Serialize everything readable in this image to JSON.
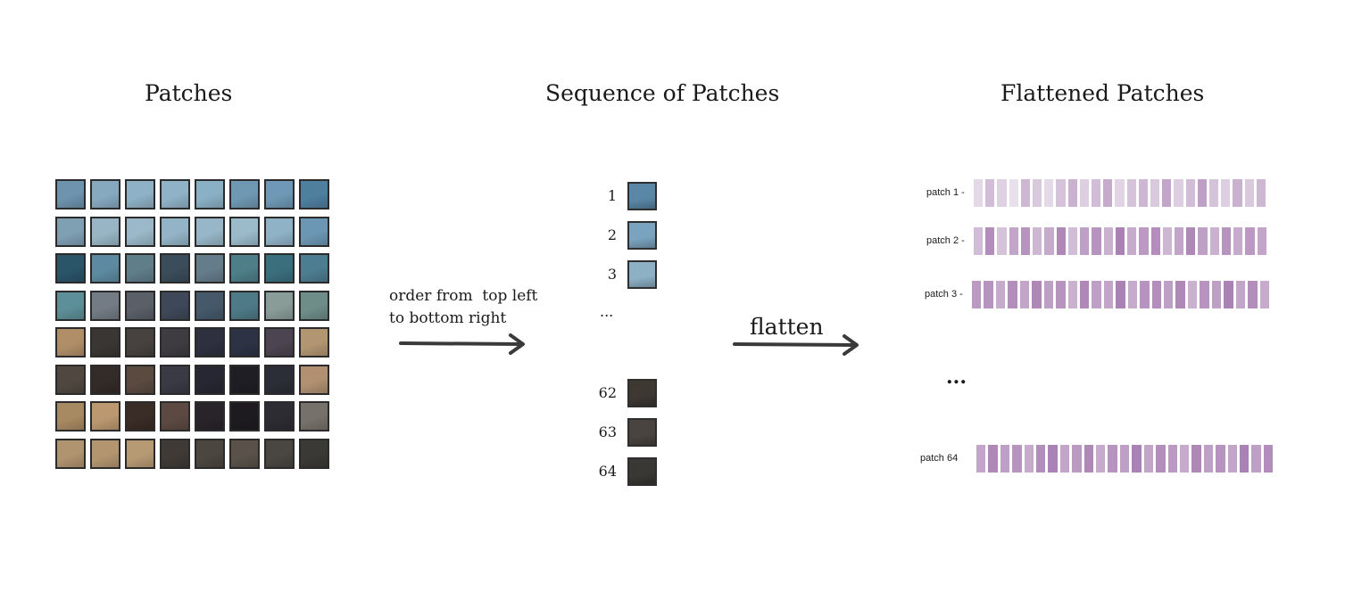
{
  "titles": {
    "patches": "Patches",
    "sequence": "Sequence of Patches",
    "flattened": "Flattened Patches"
  },
  "grid": {
    "rows": 8,
    "cols": 8,
    "patch_colors": [
      [
        "#6d93ad",
        "#86a9c0",
        "#8eb1c5",
        "#8fb2c6",
        "#8ab0c5",
        "#6f98b3",
        "#6e98b5",
        "#4f7f9f"
      ],
      [
        "#7f9fb3",
        "#98b5c5",
        "#9ab8c8",
        "#93b4c6",
        "#97b6c7",
        "#9bbaca",
        "#8fb2c6",
        "#6c97b4"
      ],
      [
        "#2a5468",
        "#5d8aa0",
        "#607d8a",
        "#3b4c5a",
        "#657c8a",
        "#4e7e88",
        "#3b6f7e",
        "#4d7d90"
      ],
      [
        "#5d8f98",
        "#737b84",
        "#5a5f68",
        "#3e4858",
        "#45596b",
        "#4d7a86",
        "#8a9c98",
        "#6e8c88"
      ],
      [
        "#b08f68",
        "#3a3634",
        "#47423f",
        "#3e3c40",
        "#2e3040",
        "#2d3345",
        "#4c4450",
        "#b29571"
      ],
      [
        "#504840",
        "#332b28",
        "#5a4a40",
        "#3a3a45",
        "#272733",
        "#1e1e24",
        "#2b2e36",
        "#b09070"
      ],
      [
        "#a88a62",
        "#bb9870",
        "#3a2c26",
        "#5c4a42",
        "#28242a",
        "#1e1b20",
        "#2e2c33",
        "#77716b"
      ],
      [
        "#b09470",
        "#b39670",
        "#b69a74",
        "#3f3a36",
        "#4c4640",
        "#5a524a",
        "#4a4642",
        "#3b3936"
      ]
    ]
  },
  "note": {
    "line1": "order from  top left",
    "line2": "to bottom right"
  },
  "sequence": {
    "items": [
      {
        "label": "1",
        "color": "#5a87a6"
      },
      {
        "label": "2",
        "color": "#7aa3bf"
      },
      {
        "label": "3",
        "color": "#8db0c5"
      },
      {
        "label": "62",
        "color": "#3e3833"
      },
      {
        "label": "63",
        "color": "#4a4440"
      },
      {
        "label": "64",
        "color": "#3a3835"
      }
    ],
    "ellipsis": "..."
  },
  "flatten_label": "flatten",
  "flattened": {
    "rows": [
      {
        "label": "patch 1 -",
        "shades": [
          0.12,
          0.35,
          0.18,
          0.05,
          0.4,
          0.25,
          0.1,
          0.3,
          0.45,
          0.2,
          0.35,
          0.5,
          0.15,
          0.3,
          0.4,
          0.25,
          0.55,
          0.2,
          0.35,
          0.6,
          0.3,
          0.2,
          0.45,
          0.25,
          0.4
        ]
      },
      {
        "label": "patch 2 -",
        "shades": [
          0.35,
          0.75,
          0.3,
          0.55,
          0.7,
          0.4,
          0.5,
          0.8,
          0.35,
          0.6,
          0.7,
          0.45,
          0.85,
          0.5,
          0.65,
          0.75,
          0.4,
          0.55,
          0.8,
          0.6,
          0.45,
          0.7,
          0.5,
          0.65,
          0.55
        ]
      },
      {
        "label": "patch 3 -",
        "shades": [
          0.65,
          0.7,
          0.5,
          0.75,
          0.55,
          0.8,
          0.6,
          0.7,
          0.45,
          0.8,
          0.6,
          0.55,
          0.85,
          0.5,
          0.7,
          0.75,
          0.6,
          0.8,
          0.45,
          0.7,
          0.6,
          0.85,
          0.55,
          0.75,
          0.5
        ]
      },
      {
        "label": "patch 64",
        "shades": [
          0.55,
          0.8,
          0.6,
          0.7,
          0.5,
          0.75,
          0.85,
          0.55,
          0.65,
          0.8,
          0.5,
          0.7,
          0.6,
          0.85,
          0.55,
          0.75,
          0.65,
          0.5,
          0.8,
          0.6,
          0.7,
          0.55,
          0.85,
          0.6,
          0.75
        ]
      }
    ],
    "ellipsis": "...",
    "color_light": "#ece6ee",
    "color_dark": "#a070ab"
  }
}
